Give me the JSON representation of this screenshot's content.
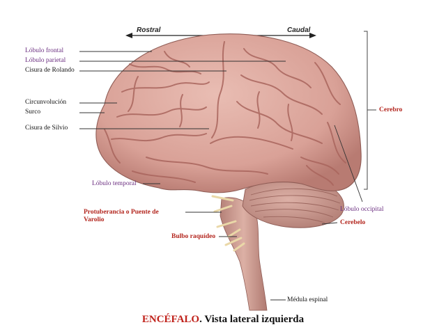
{
  "directions": {
    "rostral": "Rostral",
    "caudal": "Caudal"
  },
  "labels": {
    "lobulo_frontal": "Lóbulo frontal",
    "lobulo_parietal": "Lóbulo parietal",
    "cisura_rolando": "Cisura de Rolando",
    "circunvolucion": "Circunvolución",
    "surco": "Surco",
    "cisura_silvio": "Cisura de Silvio",
    "lobulo_temporal": "Lóbulo temporal",
    "protuberancia_line1": "Protuberancia o Puente de",
    "protuberancia_line2": "Varolio",
    "bulbo": "Bulbo raquídeo",
    "medula": "Médula espinal",
    "cerebro": "Cerebro",
    "lobulo_occipital": "Lóbulo occipital",
    "cerebelo": "Cerebelo"
  },
  "title": {
    "main": "ENCÉFALO",
    "rest": ". Vista lateral izquierda"
  },
  "colors": {
    "brain_fill": "#dba69c",
    "brain_sulci": "#a9655d",
    "cerebellum": "#cc9b91",
    "brainstem": "#d0a397",
    "nerve": "#e9d7a6",
    "label_purple": "#6b2f80",
    "label_red": "#b3261e",
    "leader_line": "#333333"
  }
}
